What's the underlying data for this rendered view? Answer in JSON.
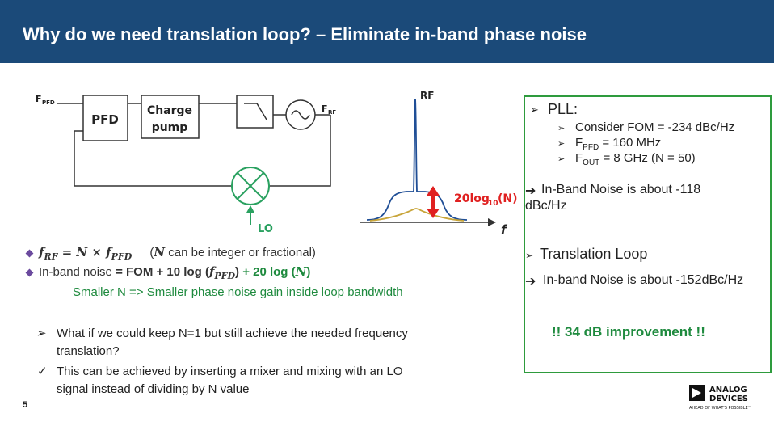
{
  "header": {
    "title": "Why do we need translation loop? – Eliminate in-band phase noise"
  },
  "diagram": {
    "fpfd_main": "F",
    "fpfd_sub": "PFD",
    "pfd_label": "PFD",
    "cp_line1": "Charge",
    "cp_line2": "pump",
    "frf_main": "F",
    "frf_sub": "RF",
    "lo_label": "LO"
  },
  "spectrum": {
    "rf_label": "RF",
    "gain_main": "20log",
    "gain_sub": "10",
    "gain_tail": "(N)",
    "f_label": "f"
  },
  "left": {
    "eq_f": "f",
    "eq_rf": "RF",
    "eq_mid": " = N × ",
    "eq_f2": "f",
    "eq_pfd": "PFD",
    "eq_paren_open": "(",
    "eq_n": "N",
    "eq_note": " can be integer or fractional)",
    "noise_prefix": "In-band noise ",
    "noise_fom": "= FOM + 10 log (",
    "noise_f": "f",
    "noise_pfd": "PFD",
    "noise_close": ") ",
    "noise_green_a": "+ 20 log (",
    "noise_green_n": "N",
    "noise_green_b": ")",
    "smaller_a": "Smaller N => ",
    "smaller_b": "Smaller phase noise gain inside loop bandwidth",
    "q1_line1": "What if we could keep N=1 but still achieve the needed frequency",
    "q1_line2": "translation?",
    "q2_line1": "This can be achieved by inserting a mixer and mixing with an LO",
    "q2_line2": "signal instead of dividing by N value"
  },
  "right": {
    "pll": "PLL:",
    "fom": "Consider FOM = -234 dBc/Hz",
    "fpfd_main": "F",
    "fpfd_sub": "PFD",
    "fpfd_val": " = 160 MHz",
    "fout_main": "F",
    "fout_sub": "OUT",
    "fout_val": " = 8 GHz (N = 50)",
    "arrow1": "➔",
    "inband1_a": "In-Band Noise is about -118",
    "inband1_b": "dBc/Hz",
    "tl": "Translation Loop",
    "arrow2": "➔",
    "inband2": "In-band Noise is about -152dBc/Hz",
    "improve": "!! 34 dB improvement !!"
  },
  "footer": {
    "page": "5",
    "logo_line1": "ANALOG",
    "logo_line2": "DEVICES",
    "tagline": "AHEAD OF WHAT'S POSSIBLE™"
  },
  "colors": {
    "header_bg": "#1b4a79",
    "green": "#1e8a3e",
    "mixer_green": "#2aa160",
    "box_green": "#2e9b3d",
    "arrow_red": "#e02020",
    "bullet_purple": "#6b4a9e",
    "curve_blue": "#1f4e96",
    "curve_gold": "#c8a53a"
  }
}
